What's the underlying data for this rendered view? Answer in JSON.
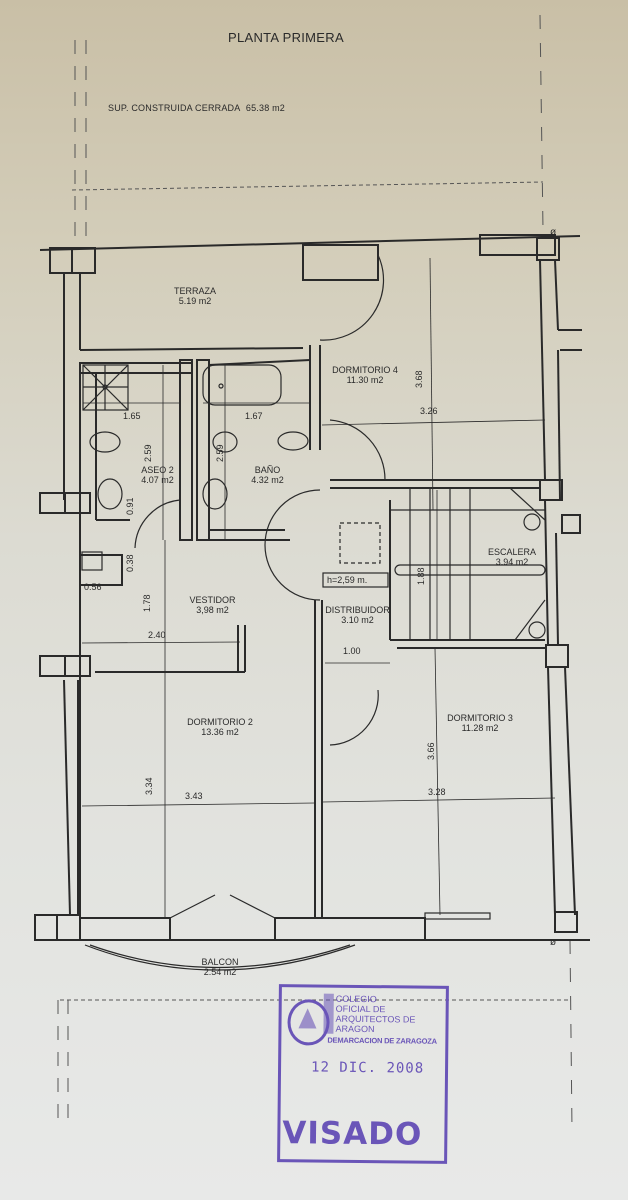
{
  "header": {
    "title": "PLANTA PRIMERA",
    "surface_label": "SUP. CONSTRUIDA CERRADA",
    "surface_value": "65.38 m2"
  },
  "rooms": [
    {
      "name": "TERRAZA",
      "area": "5.19 m2"
    },
    {
      "name": "DORMITORIO 4",
      "area": "11.30 m2"
    },
    {
      "name": "ASEO 2",
      "area": "4.07 m2"
    },
    {
      "name": "BAÑO",
      "area": "4.32 m2"
    },
    {
      "name": "ESCALERA",
      "area": "3.94 m2"
    },
    {
      "name": "VESTIDOR",
      "area": "3,98 m2"
    },
    {
      "name": "DISTRIBUIDOR",
      "area": "3.10 m2"
    },
    {
      "name": "DORMITORIO 2",
      "area": "13.36 m2"
    },
    {
      "name": "DORMITORIO 3",
      "area": "11.28 m2"
    },
    {
      "name": "BALCON",
      "area": "2.54 m2"
    }
  ],
  "dimensions": {
    "aseo_width": "1.65",
    "bano_width": "1.67",
    "aseo_length": "2.59",
    "bano_length": "2.59",
    "dorm4_length": "3.68",
    "dorm4_width": "3.26",
    "aseo_sink": "0.91",
    "vestidor_niche_h": "0.38",
    "vestidor_niche_w": "0.56",
    "vestidor_length": "1.78",
    "vestidor_width": "2.40",
    "escalera_length": "1.88",
    "distribuidor_width": "1.00",
    "dorm2_length": "3.34",
    "dorm2_width": "3.43",
    "dorm3_length": "3.66",
    "dorm3_width": "3.28"
  },
  "ceiling_height": "h=2,59 m.",
  "stamp": {
    "org_lines": [
      "COLEGIO",
      "OFICIAL DE",
      "ARQUITECTOS DE",
      "ARAGON"
    ],
    "demarcation": "DEMARCACION DE ZARAGOZA",
    "date": "12 DIC. 2008",
    "status": "VISADO",
    "color": "#6a55b8"
  },
  "colors": {
    "line": "#2a2a2a",
    "paper_top": "#c9bfa6",
    "paper_bottom": "#e8e9e8"
  }
}
